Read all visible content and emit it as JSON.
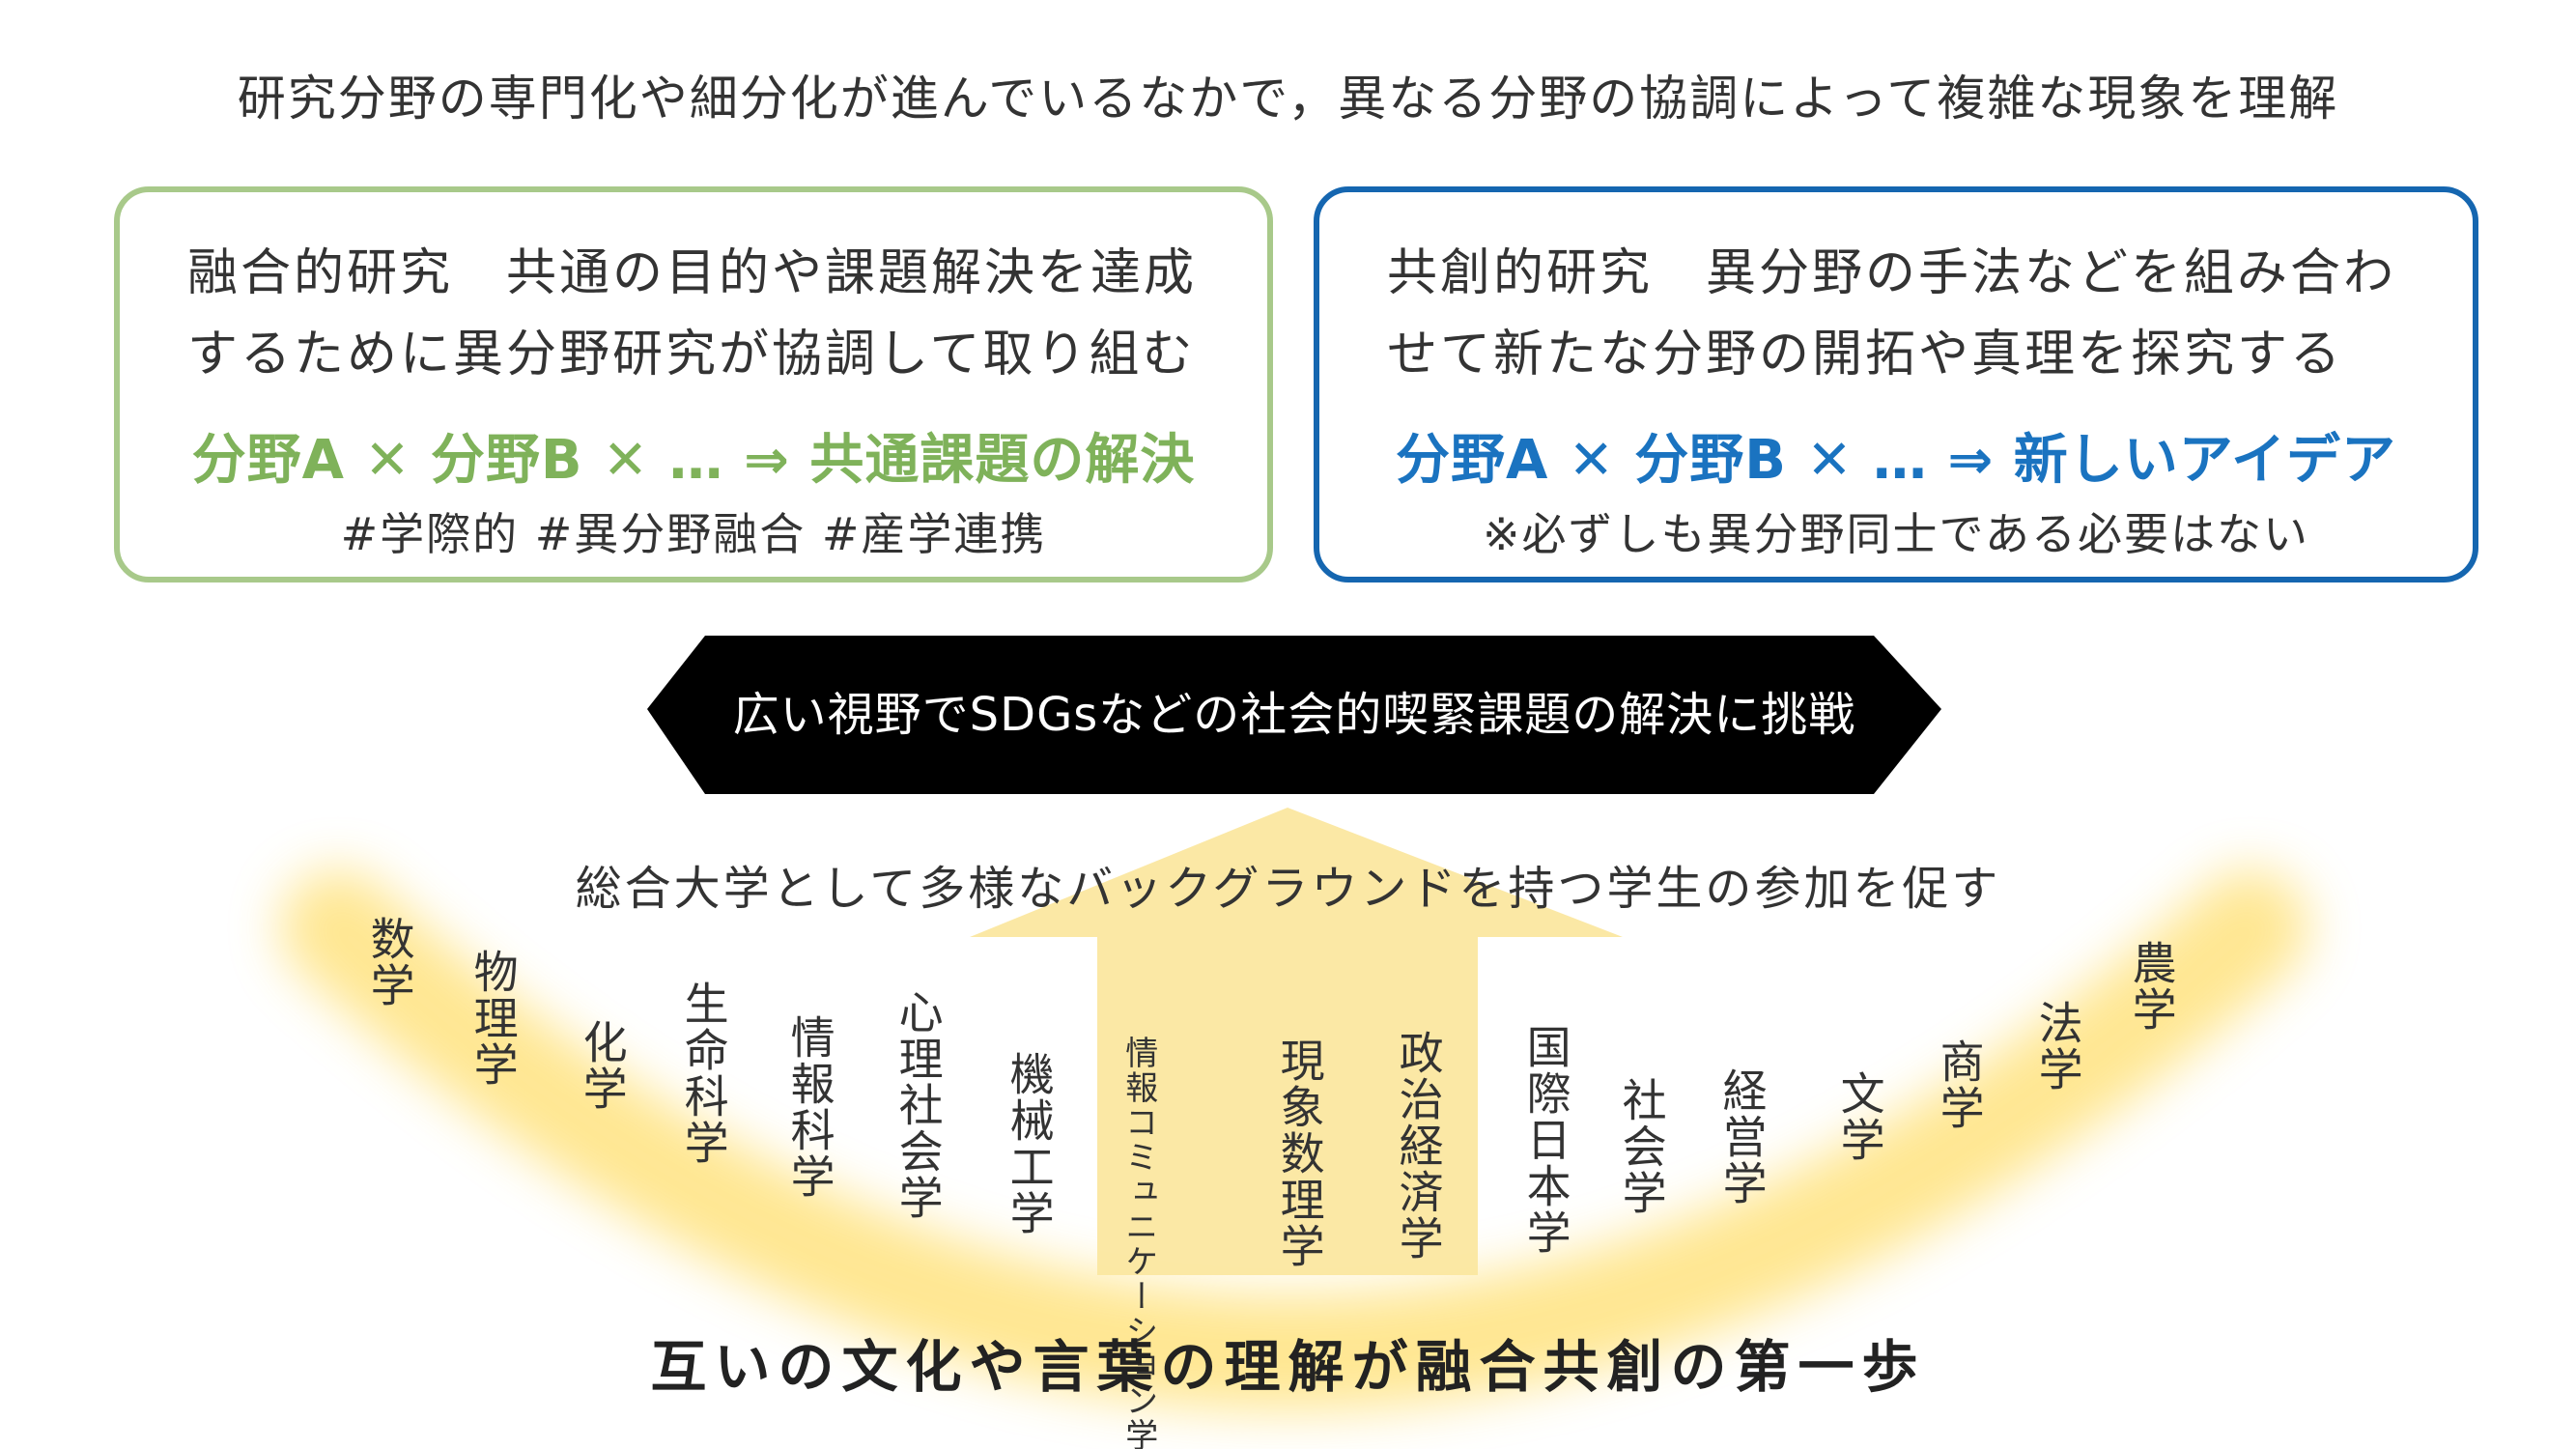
{
  "header": {
    "title": "研究分野の専門化や細分化が進んでいるなかで，異なる分野の協調によって複雑な現象を理解"
  },
  "fusion": {
    "description": "融合的研究　共通の目的や課題解決を達成するために異分野研究が協調して取り組む",
    "formula": "分野A ✕ 分野B ✕ … ⇒ 共通課題の解決",
    "tags": "#学際的  #異分野融合  #産学連携"
  },
  "cocreation": {
    "description": "共創的研究　異分野の手法などを組み合わせて新たな分野の開拓や真理を探究する",
    "formula": "分野A ✕ 分野B ✕ … ⇒ 新しいアイデア",
    "note": "※必ずしも異分野同士である必要はない"
  },
  "banner": {
    "text": "広い視野でSDGsなどの社会的喫緊課題の解決に挑戦"
  },
  "participation": {
    "text": "総合大学として多様なバックグラウンドを持つ学生の参加を促す"
  },
  "fields": [
    "数学",
    "物理学",
    "化学",
    "生命科学",
    "情報科学",
    "心理社会学",
    "機械工学",
    "情報コミュニケーション学",
    "現象数理学",
    "政治経済学",
    "国際日本学",
    "社会学",
    "経営学",
    "文学",
    "商学",
    "法学",
    "農学"
  ],
  "footer": {
    "title": "互いの文化や言葉の理解が融合共創の第一歩"
  },
  "colors": {
    "green": "#a8c98a",
    "green_text": "#7fb25a",
    "blue": "#1566b0",
    "blue_text": "#1a73c0",
    "banner": "#000000",
    "arrow": "#fbe7a0",
    "glow": "#ffdf6e"
  }
}
